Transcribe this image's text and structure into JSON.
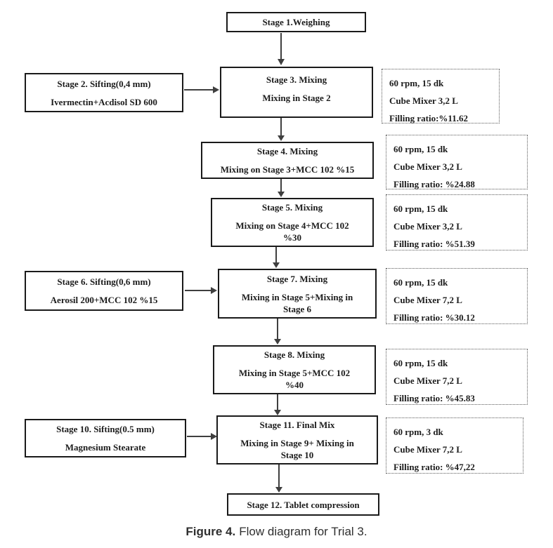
{
  "process_boxes": {
    "stage1": {
      "lines": [
        "Stage 1.Weighing"
      ]
    },
    "stage3": {
      "lines": [
        "Stage 3. Mixing",
        "Mixing in Stage 2"
      ]
    },
    "stage4": {
      "lines": [
        "Stage 4. Mixing",
        "Mixing on Stage 3+MCC 102 %15"
      ]
    },
    "stage5": {
      "lines": [
        "Stage 5. Mixing",
        "Mixing on Stage 4+MCC 102",
        "%30"
      ]
    },
    "stage7": {
      "lines": [
        "Stage 7. Mixing",
        "Mixing in Stage 5+Mixing in",
        "Stage 6"
      ]
    },
    "stage8": {
      "lines": [
        "Stage 8. Mixing",
        "Mixing in Stage 5+MCC 102",
        "%40"
      ]
    },
    "stage11": {
      "lines": [
        "Stage 11. Final Mix",
        "Mixing in Stage 9+ Mixing in",
        "Stage 10"
      ]
    },
    "stage12": {
      "lines": [
        "Stage 12. Tablet compression"
      ]
    }
  },
  "input_boxes": {
    "stage2": {
      "lines": [
        "Stage 2. Sifting(0,4 mm)",
        "Ivermectin+Acdisol SD 600"
      ]
    },
    "stage6": {
      "lines": [
        "Stage 6. Sifting(0,6 mm)",
        "Aerosil 200+MCC 102 %15"
      ]
    },
    "stage10": {
      "lines": [
        "Stage 10. Sifting(0.5 mm)",
        "Magnesium Stearate"
      ]
    }
  },
  "param_boxes": {
    "p1": {
      "lines": [
        "60 rpm, 15 dk",
        "Cube Mixer 3,2 L",
        "Filling ratio:%11.62"
      ]
    },
    "p2": {
      "lines": [
        "60 rpm, 15 dk",
        "Cube Mixer 3,2 L",
        "Filling ratio: %24.88"
      ]
    },
    "p3": {
      "lines": [
        "60 rpm, 15 dk",
        "Cube Mixer 3,2 L",
        "Filling ratio: %51.39"
      ]
    },
    "p4": {
      "lines": [
        "60 rpm, 15 dk",
        "Cube Mixer 7,2 L",
        "Filling ratio: %30.12"
      ]
    },
    "p5": {
      "lines": [
        "60 rpm, 15 dk",
        "Cube Mixer 7,2 L",
        "Filling ratio: %45.83"
      ]
    },
    "p6": {
      "lines": [
        "60 rpm, 3 dk",
        "Cube Mixer 7,2 L",
        "Filling ratio: %47,22"
      ]
    }
  },
  "caption": {
    "figure_label": "Figure 4.",
    "figure_text": "Flow diagram for Trial 3."
  },
  "colors": {
    "background": "#ffffff",
    "text": "#1c1c1c",
    "border": "#1a1a1a",
    "arrow": "#3f3f3f"
  }
}
